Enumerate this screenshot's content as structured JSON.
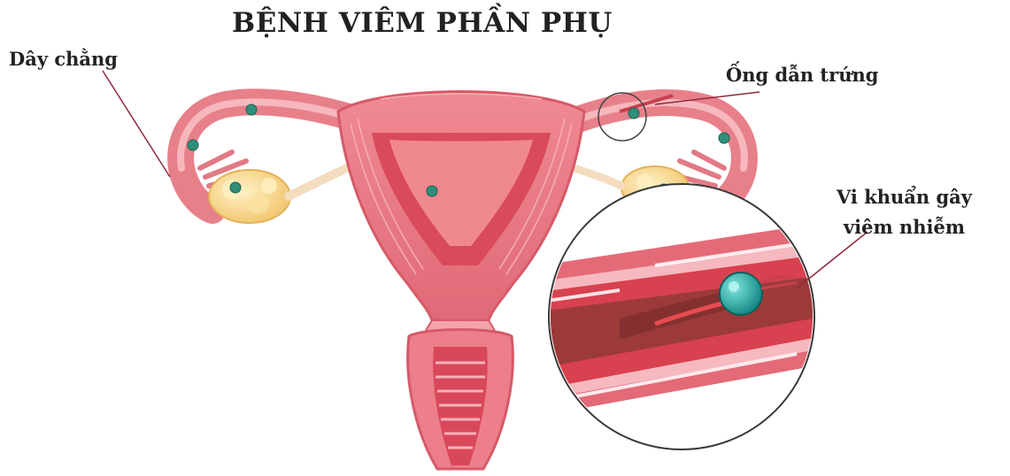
{
  "title": "BỆNH VIÊM PHẦN PHỤ",
  "labels": {
    "ligament": "Dây chằng",
    "fallopian_tube": "Ống dẫn trứng",
    "bacteria_line1": "Vi khuẩn gây",
    "bacteria_line2": "viêm nhiễm"
  },
  "colors": {
    "tissue": "#e8808a",
    "tissue_dark": "#c9404f",
    "tissue_light": "#f6c3c6",
    "ovary": "#f3cf7a",
    "bacteria": "#1aa6a0",
    "pointer": "#8e2a3c"
  }
}
